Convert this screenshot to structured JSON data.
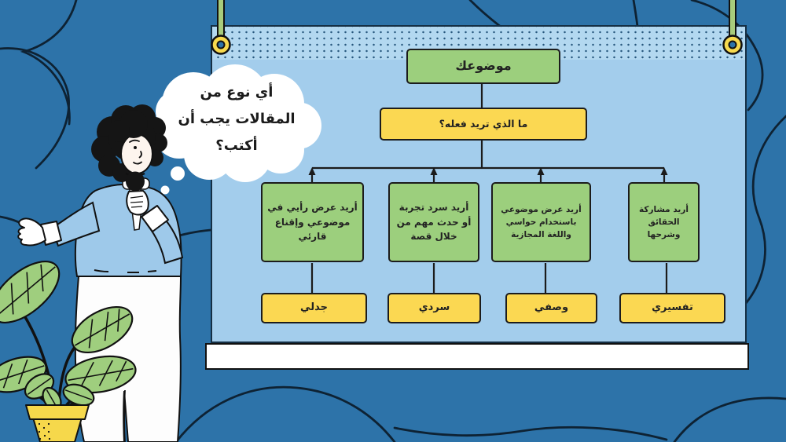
{
  "thought_bubble": {
    "line1": "أي نوع من",
    "line2": "المقالات يجب أن",
    "line3": "أكتب؟"
  },
  "board": {
    "topic_label": "موضوعك",
    "question_label": "ما الذي تريد فعله؟",
    "options": [
      {
        "label": "أريد عرض رأيي في موضوعي وإقناع قارئي",
        "type": "جدلي"
      },
      {
        "label": "أريد سرد تجربة أو حدث مهم من خلال قصة",
        "type": "سردي"
      },
      {
        "label": "أريد عرض موضوعي باستخدام حواسي واللغة المجازية",
        "type": "وصفي"
      },
      {
        "label": "أريد مشاركة الحقائق وشرحها",
        "type": "تفسيري"
      }
    ]
  },
  "colors": {
    "background": "#2d73a9",
    "board": "#a3cdec",
    "green_box": "#9ccf7d",
    "yellow_box": "#fbd852",
    "outline": "#1a1a1a",
    "rope_green": "#a8cc7c",
    "grommet_yellow": "#f7d94e",
    "pot_yellow": "#f6d84b",
    "leaf_green": "#9fce7e",
    "sweater_blue": "#9ec9ea",
    "tray_white": "#ffffff"
  }
}
